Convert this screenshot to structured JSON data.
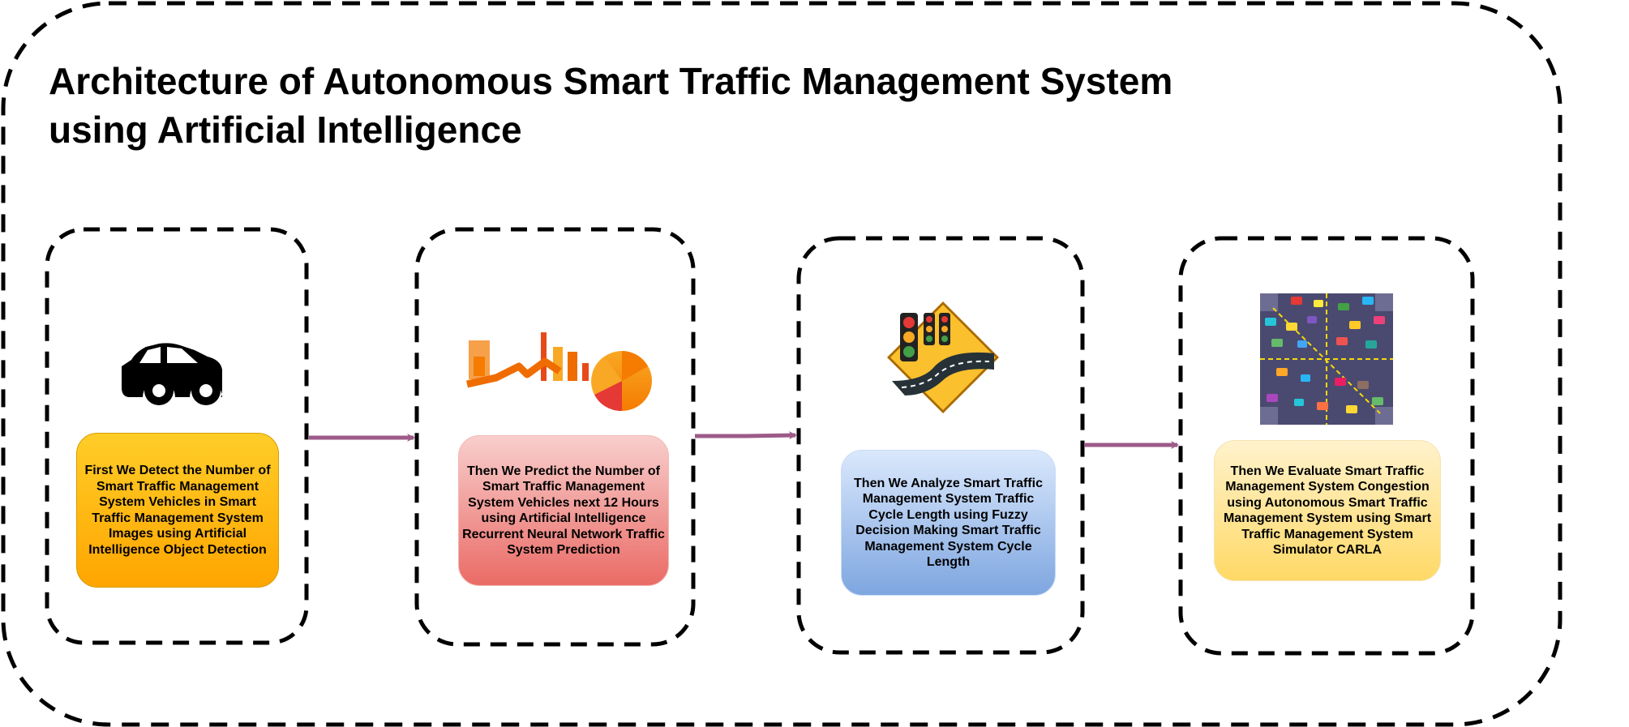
{
  "title_lines": [
    "Architecture of Autonomous Smart Traffic Management System",
    "using Artificial Intelligence"
  ],
  "steps": [
    {
      "text": "First We Detect the Number of Smart Traffic Management System Vehicles in Smart Traffic Management System Images using Artificial Intelligence Object Detection",
      "icon": "car-icon"
    },
    {
      "text": "Then We Predict the Number of Smart Traffic Management System Vehicles next 12 Hours using Artificial Intelligence Recurrent Neural Network Traffic System Prediction",
      "icon": "bar-pie-chart-icon"
    },
    {
      "text": "Then We Analyze Smart Traffic Management System Traffic Cycle Length using Fuzzy Decision Making Smart Traffic Management System Cycle Length",
      "icon": "traffic-light-road-sign-icon"
    },
    {
      "text": "Then We Evaluate Smart Traffic Management System Congestion using Autonomous Smart Traffic Management System using Smart Traffic Management System Simulator CARLA",
      "icon": "intersection-traffic-jam-icon"
    }
  ],
  "colors": {
    "frame_stroke": "#000000",
    "arrow": "#9c5b88",
    "step1_fill": [
      "#ffcd28",
      "#ffa500"
    ],
    "step2_fill": [
      "#f8cecc",
      "#ea6b66"
    ],
    "step3_fill": [
      "#dae8fc",
      "#7ea6e0"
    ],
    "step4_fill": [
      "#fff2cc",
      "#ffd966"
    ]
  }
}
